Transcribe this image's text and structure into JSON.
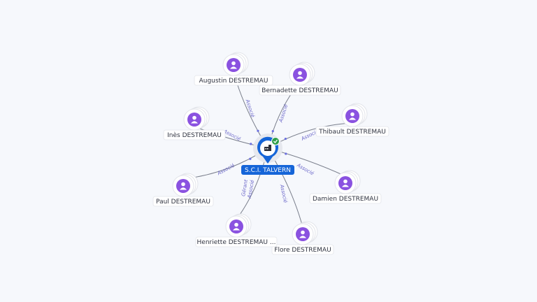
{
  "center": {
    "name": "S.C.I. TALVERN",
    "icon": "building-icon",
    "status_icon": "verified-check-icon",
    "color": "#1565d8",
    "status_color": "#2e9e4a"
  },
  "people": [
    {
      "name": "Augustin DESTREMAU",
      "relation": "Associé"
    },
    {
      "name": "Bernadette DESTREMAU",
      "relation": "Associé"
    },
    {
      "name": "Thibault DESTREMAU",
      "relation": "Associé"
    },
    {
      "name": "Damien DESTREMAU",
      "relation": "Associé"
    },
    {
      "name": "Flore DESTREMAU",
      "relation": "Associé"
    },
    {
      "name": "Henriette DESTREMAU ...",
      "relation": "Gérant\nAssocié"
    },
    {
      "name": "Paul DESTREMAU",
      "relation": "Associé"
    },
    {
      "name": "Inès DESTREMAU",
      "relation": "Associé"
    }
  ],
  "person_icon": "person-icon",
  "person_color": "#8a52e0",
  "edge_label_color": "#6a66c9"
}
